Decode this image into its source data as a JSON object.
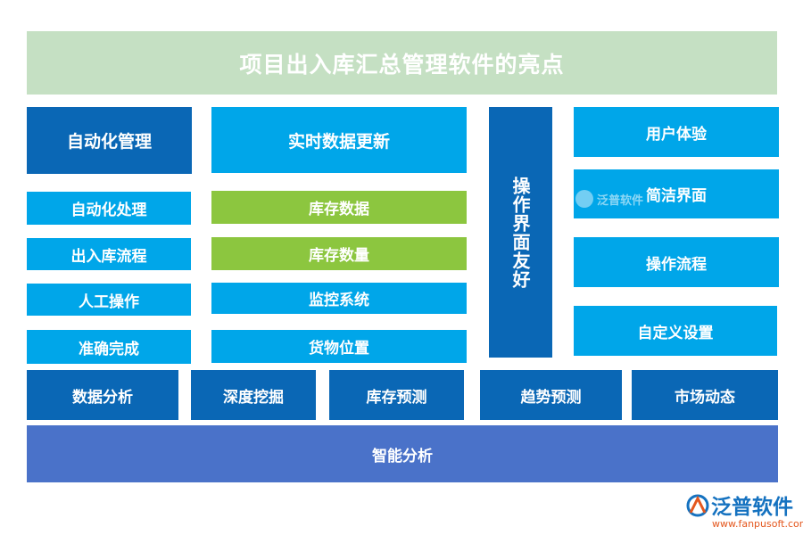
{
  "title": "项目出入库汇总管理软件的亮点",
  "column1": {
    "header": "自动化管理",
    "items": [
      "自动化处理",
      "出入库流程",
      "人工操作",
      "准确完成"
    ]
  },
  "column2": {
    "header": "实时数据更新",
    "items": [
      "库存数据",
      "库存数量",
      "监控系统",
      "货物位置"
    ]
  },
  "column3": {
    "header": "操作界面友好"
  },
  "column4": {
    "items": [
      "用户体验",
      "简洁界面",
      "操作流程",
      "自定义设置"
    ]
  },
  "bottom_row": [
    "数据分析",
    "深度挖掘",
    "库存预测",
    "趋势预测",
    "市场动态"
  ],
  "footer": "智能分析",
  "watermark": {
    "center": "泛普软件",
    "brand_name": "泛普软件",
    "brand_url": "www.fanpusoft.com"
  },
  "colors": {
    "title_bg": "#c5e0c3",
    "dark_blue": "#0a67b5",
    "sky_blue": "#00a6e9",
    "green": "#8cc63f",
    "purple_blue": "#4a72c9"
  }
}
